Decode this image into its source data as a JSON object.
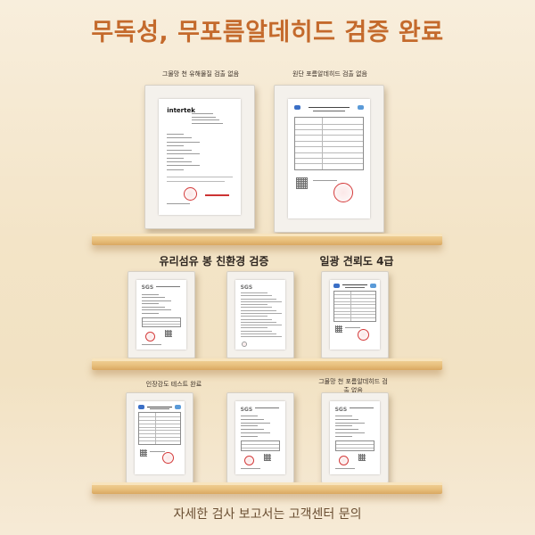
{
  "title": "무독성, 무포름알데히드 검증 완료",
  "footer": "자세한 검사 보고서는 고객센터 문의",
  "labels": {
    "row1_left": "그물망 천 유해물질 검출 없음",
    "row1_right": "원단 포름알데히드 검출 없음",
    "row2_left": "유리섬유 봉 친환경 검증",
    "row2_right": "일광 견뢰도 4급",
    "row3_left": "인장강도 테스트 완료",
    "row3_right": "그물망 천 포름알데히드 검출 없음"
  },
  "certificates": [
    {
      "id": "cert-intertek",
      "brand": "intertek",
      "style": "intertek"
    },
    {
      "id": "cert-cma-1",
      "brand": "",
      "style": "cma"
    },
    {
      "id": "cert-sgs-1",
      "brand": "SGS",
      "style": "sgs"
    },
    {
      "id": "cert-sgs-2",
      "brand": "SGS",
      "style": "sgs-text"
    },
    {
      "id": "cert-cma-2",
      "brand": "",
      "style": "cma"
    },
    {
      "id": "cert-cma-3",
      "brand": "",
      "style": "cma"
    },
    {
      "id": "cert-sgs-3",
      "brand": "SGS",
      "style": "sgs"
    },
    {
      "id": "cert-sgs-4",
      "brand": "SGS",
      "style": "sgs"
    }
  ],
  "colors": {
    "title": "#c46a2c",
    "seal": "#d43b3b",
    "shelf": "#e8bf7c"
  }
}
